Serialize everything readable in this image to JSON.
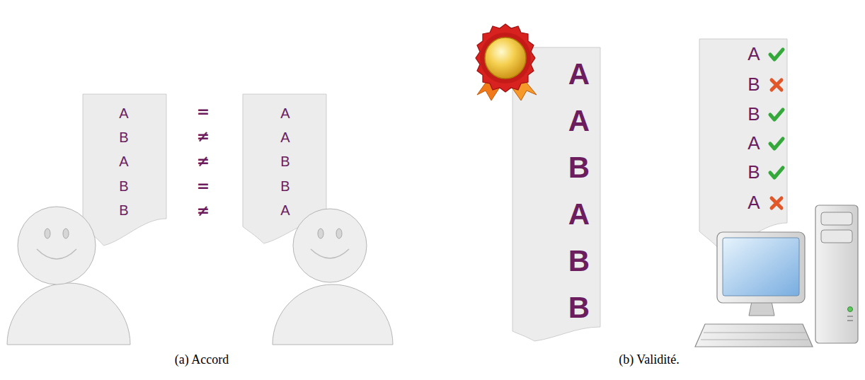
{
  "diagram": {
    "nodes": [
      {
        "text": [
          "A",
          "B",
          "A",
          "B",
          "B"
        ]
      },
      {
        "text": [
          "A",
          "A",
          "B",
          "B",
          "A"
        ]
      },
      {
        "text": [
          "A",
          "A",
          "B",
          "A",
          "B",
          "B"
        ]
      },
      {
        "text": [
          "A",
          "B",
          "B",
          "A",
          "B",
          "A"
        ]
      }
    ],
    "labels": [
      "=",
      "≠",
      "≠",
      "=",
      "≠",
      "(a) Accord",
      "(b) Validité."
    ]
  }
}
